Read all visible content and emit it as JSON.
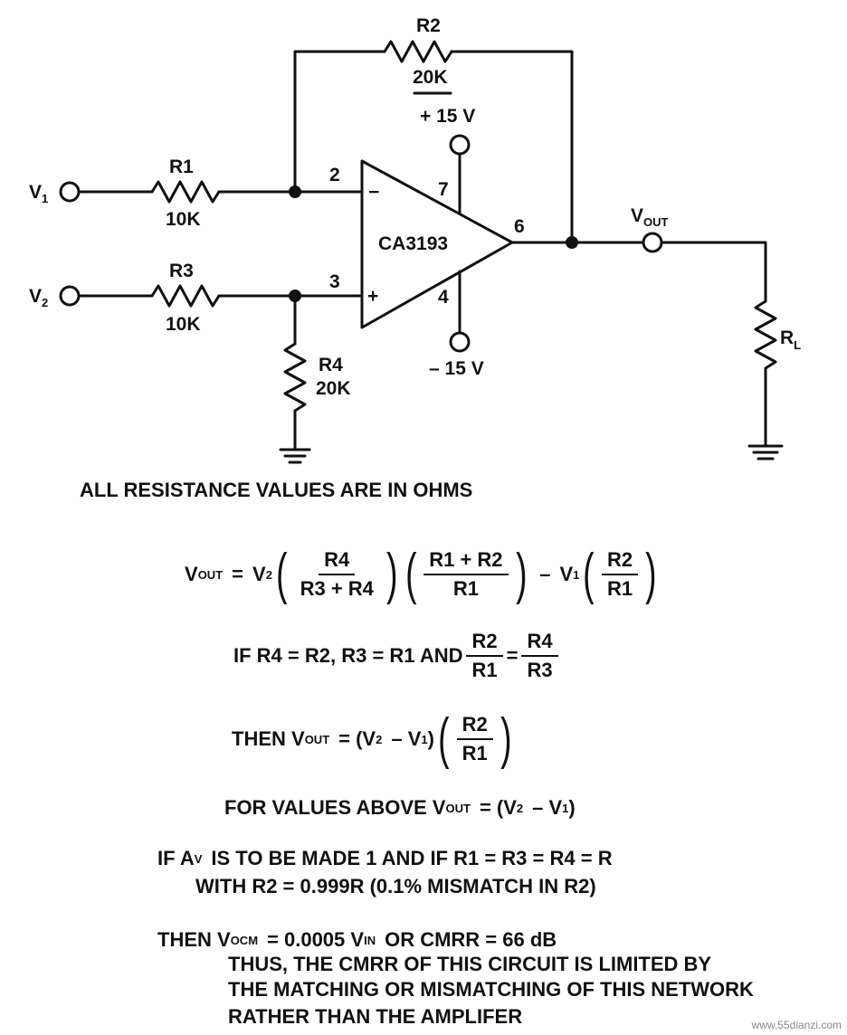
{
  "circuit": {
    "amplifier_name": "CA3193",
    "pins": {
      "inv": "2",
      "noninv": "3",
      "vplus": "7",
      "vminus": "4",
      "out": "6"
    },
    "minus_sign": "−",
    "plus_sign": "+",
    "supply_pos": "+ 15 V",
    "supply_neg": "– 15 V",
    "inputs": {
      "v1": "V",
      "v1_sub": "1",
      "v2": "V",
      "v2_sub": "2"
    },
    "output": {
      "main": "V",
      "sub": "OUT"
    },
    "load": {
      "main": "R",
      "sub": "L"
    },
    "resistors": [
      {
        "name": "R1",
        "value": "10K"
      },
      {
        "name": "R2",
        "value": "20K"
      },
      {
        "name": "R3",
        "value": "10K"
      },
      {
        "name": "R4",
        "value": "20K"
      }
    ]
  },
  "notes": {
    "units_note": "ALL RESISTANCE VALUES ARE IN OHMS",
    "eq1": {
      "lhs": "V",
      "lhs_sub": "OUT",
      "eqsign": "=",
      "v2": "V",
      "v2_sub": "2",
      "f1_num": "R4",
      "f1_den": "R3 + R4",
      "f2_num": "R1 + R2",
      "f2_den": "R1",
      "minus": "–",
      "v1": "V",
      "v1_sub": "1",
      "f3_num": "R2",
      "f3_den": "R1"
    },
    "eq2": {
      "text": "IF R4 = R2, R3 = R1 AND",
      "f1_num": "R2",
      "f1_den": "R1",
      "eqsign": "=",
      "f2_num": "R4",
      "f2_den": "R3"
    },
    "eq3": {
      "then": "THEN V",
      "then_sub": "OUT",
      "mid": "= (V",
      "v2_sub": "2",
      "minus": "– V",
      "v1_sub": "1",
      "close": ")",
      "f_num": "R2",
      "f_den": "R1"
    },
    "eq4": {
      "text": "FOR VALUES ABOVE V",
      "sub": "OUT",
      "mid": "= (V",
      "v2_sub": "2",
      "minus": "– V",
      "v1_sub": "1",
      "close": ")"
    },
    "eq5": {
      "pre": "IF A",
      "sub": "V",
      "post": "IS TO BE MADE 1 AND IF R1 = R3 = R4 = R"
    },
    "eq5b": "WITH R2 = 0.999R (0.1% MISMATCH IN R2)",
    "eq6": {
      "pre": "THEN V",
      "sub": "OCM",
      "mid": "= 0.0005 V",
      "sub2": "IN",
      "post": "OR CMRR = 66 dB"
    },
    "conclusion": [
      "THUS, THE CMRR OF THIS CIRCUIT IS LIMITED BY",
      "THE MATCHING OR MISMATCHING OF THIS NETWORK",
      "RATHER THAN THE AMPLIFER"
    ],
    "watermark": "www.55dianzi.com"
  }
}
